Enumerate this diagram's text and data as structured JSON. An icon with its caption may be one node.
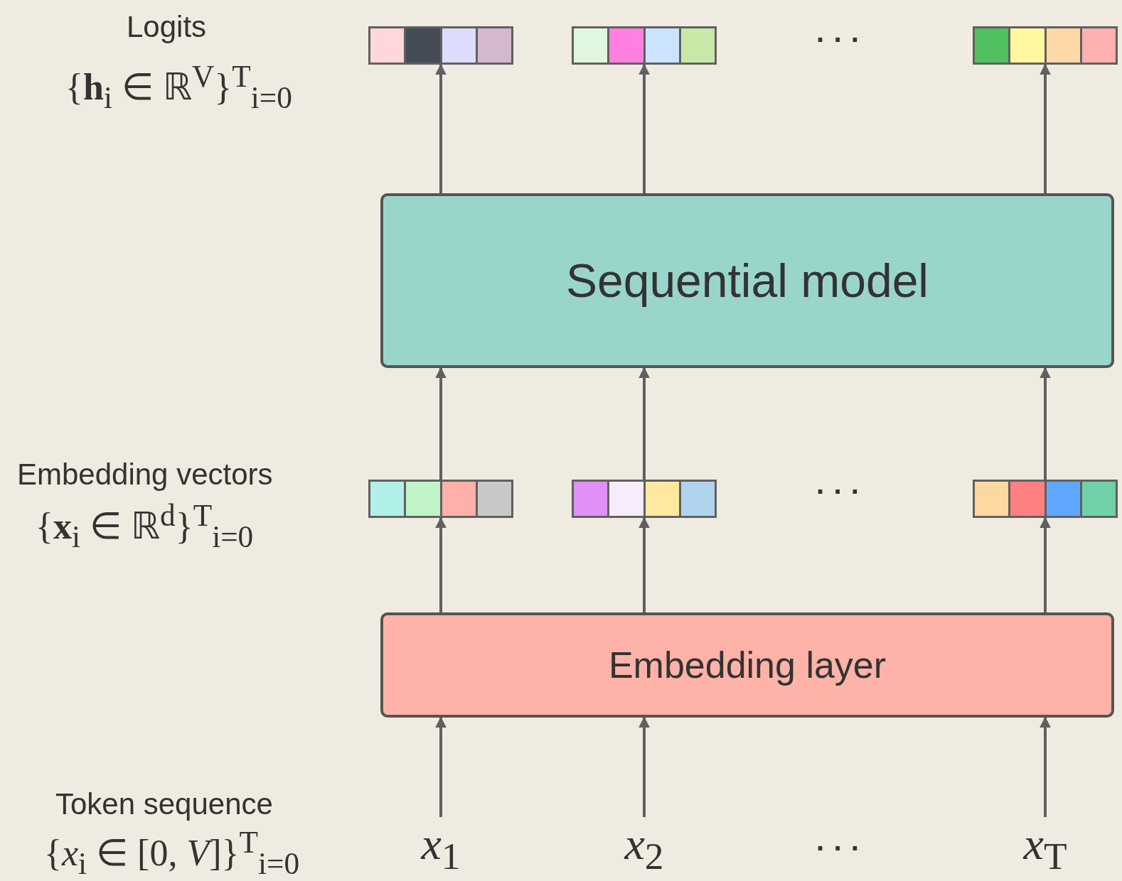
{
  "diagram": {
    "nodes": [
      {
        "text": [],
        "shape": "bar"
      },
      {
        "text": [],
        "shape": "bar"
      },
      {
        "text": [],
        "shape": "bar"
      },
      {
        "text": [
          "Sequential model"
        ]
      },
      {
        "text": [],
        "shape": "bar"
      },
      {
        "text": [],
        "shape": "bar"
      },
      {
        "text": [],
        "shape": "bar"
      },
      {
        "text": [
          "Embedding layer"
        ]
      },
      {
        "text": [
          "*x*$_{1}$"
        ]
      },
      {
        "text": [
          "*x*$_{2}$"
        ]
      },
      {
        "text": [
          "*x*$_{T}$"
        ]
      }
    ],
    "edges": [
      {
        "from": 3,
        "to": 0,
        "arrow": "to"
      },
      {
        "from": 3,
        "to": 1,
        "arrow": "to"
      },
      {
        "from": 3,
        "to": 2,
        "arrow": "to"
      },
      {
        "from": 4,
        "to": 3,
        "arrow": "to"
      },
      {
        "from": 5,
        "to": 3,
        "arrow": "to"
      },
      {
        "from": 6,
        "to": 3,
        "arrow": "to"
      },
      {
        "from": 7,
        "to": 4,
        "arrow": "to"
      },
      {
        "from": 7,
        "to": 5,
        "arrow": "to"
      },
      {
        "from": 7,
        "to": 6,
        "arrow": "to"
      },
      {
        "from": 8,
        "to": 7,
        "arrow": "to"
      },
      {
        "from": 9,
        "to": 7,
        "arrow": "to"
      },
      {
        "from": 10,
        "to": 7,
        "arrow": "to"
      }
    ],
    "labels": [
      "Logits",
      "{**h**$_{i}$ ∈ ℝ$^{V}$}$^{T}$$_{i=0}$",
      "· · ·",
      "Embedding vectors",
      "{**x**$_{i}$ ∈ ℝ$^{d}$}$^{T}$$_{i=0}$",
      "· · ·",
      "Token sequence",
      "{*x*$_{i}$ ∈ [0, *V*]}$^{T}$$_{i=0}$",
      "· · ·"
    ]
  }
}
